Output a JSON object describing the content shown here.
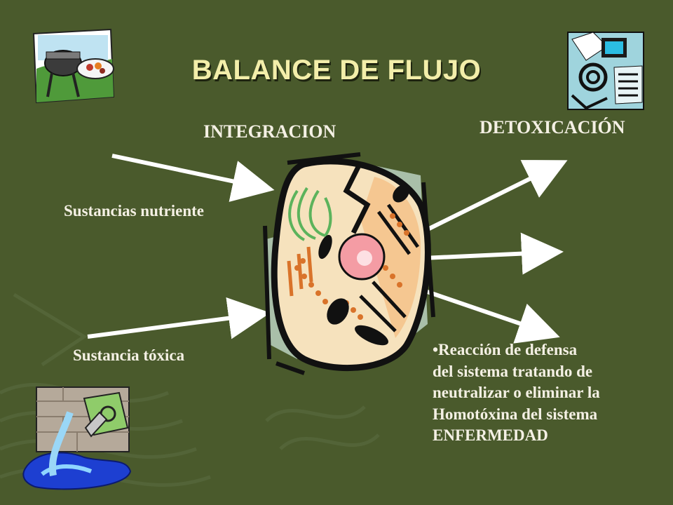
{
  "slide": {
    "title": "BALANCE DE FLUJO",
    "labels": {
      "integracion": "INTEGRACION",
      "detoxicacion": "DETOXICACIÓN",
      "sustancias_nutriente": "Sustancias nutriente",
      "sustancia_toxica": "Sustancia tóxica"
    },
    "description_lines": [
      "•Reacción de defensa",
      "del sistema tratando de",
      "neutralizar o eliminar la",
      "Homotóxina del sistema",
      "ENFERMEDAD"
    ],
    "icons": {
      "top_left": "grill-clipart-icon",
      "top_right": "computer-clipart-icon",
      "bottom_left": "water-spill-clipart-icon",
      "center": "cell-clipart-icon"
    },
    "colors": {
      "background": "#4a5a2c",
      "title": "#f3eeaa",
      "text": "#f4f0e4",
      "arrow": "#ffffff"
    }
  }
}
